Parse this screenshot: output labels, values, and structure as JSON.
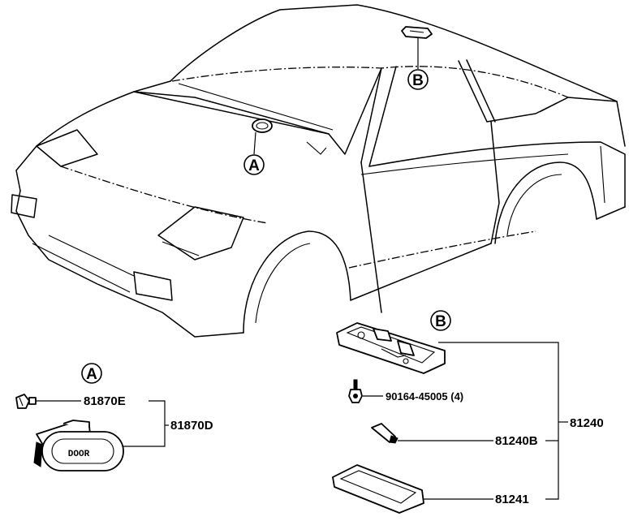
{
  "callouts": {
    "a_letter": "A",
    "b_letter": "B"
  },
  "parts": {
    "p81870E": "81870E",
    "p81870D": "81870D",
    "p90164": "90164-45005 (4)",
    "p81240B": "81240B",
    "p81240": "81240",
    "p81241": "81241",
    "door_lettering": "DOOR"
  },
  "colors": {
    "line": "#000000",
    "background": "#ffffff"
  }
}
